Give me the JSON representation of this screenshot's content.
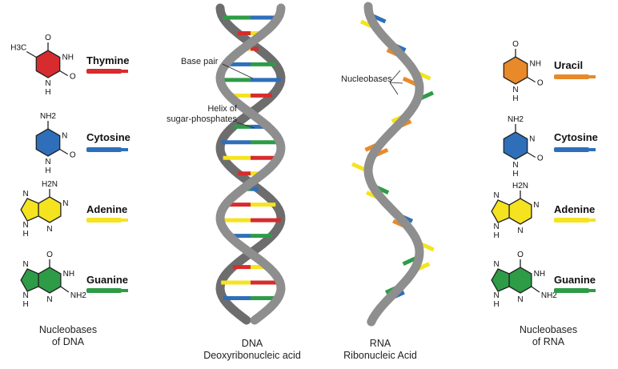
{
  "colors": {
    "thymine": "#d72c2e",
    "cytosine": "#2f6fba",
    "adenine": "#f5e31f",
    "guanine": "#2e9c47",
    "uracil": "#e8892a",
    "backbone": "#8e8e8e",
    "backbone_dark": "#6d6d6d"
  },
  "dna_panel": {
    "caption_line1": "Nucleobases",
    "caption_line2": "of DNA",
    "bases": [
      {
        "name": "Thymine",
        "color_key": "thymine",
        "atoms": {
          "o_top": "O",
          "nh": "NH",
          "o_right": "O",
          "n_bottom": "N",
          "h_bottom": "H",
          "methyl": "H3C"
        }
      },
      {
        "name": "Cytosine",
        "color_key": "cytosine",
        "atoms": {
          "nh2": "NH2",
          "n_right": "N",
          "o_right": "O",
          "n_bottom": "N",
          "h_bottom": "H"
        }
      },
      {
        "name": "Adenine",
        "color_key": "adenine",
        "atoms": {
          "nh2": "H2N",
          "n1": "N",
          "n2": "N",
          "n3": "N",
          "n4": "N",
          "h": "H"
        }
      },
      {
        "name": "Guanine",
        "color_key": "guanine",
        "atoms": {
          "o_top": "O",
          "nh": "NH",
          "n1": "N",
          "n2": "N",
          "nh2": "NH2",
          "n3": "N",
          "h": "H"
        }
      }
    ]
  },
  "rna_panel": {
    "caption_line1": "Nucleobases",
    "caption_line2": "of RNA",
    "bases": [
      {
        "name": "Uracil",
        "color_key": "uracil",
        "atoms": {
          "o_top": "O",
          "nh": "NH",
          "o_right": "O",
          "n_bottom": "N",
          "h_bottom": "H"
        }
      },
      {
        "name": "Cytosine",
        "color_key": "cytosine",
        "atoms": {
          "nh2": "NH2",
          "n_right": "N",
          "o_right": "O",
          "n_bottom": "N",
          "h_bottom": "H"
        }
      },
      {
        "name": "Adenine",
        "color_key": "adenine",
        "atoms": {
          "nh2": "H2N",
          "n1": "N",
          "n2": "N",
          "n3": "N",
          "n4": "N",
          "h": "H"
        }
      },
      {
        "name": "Guanine",
        "color_key": "guanine",
        "atoms": {
          "o_top": "O",
          "nh": "NH",
          "n1": "N",
          "n2": "N",
          "nh2": "NH2",
          "n3": "N",
          "h": "H"
        }
      }
    ]
  },
  "dna_helix": {
    "caption_line1": "DNA",
    "caption_line2": "Deoxyribonucleic acid",
    "annotation_base_pair": "Base pair",
    "annotation_helix_line1": "Helix of",
    "annotation_helix_line2": "sugar-phosphates",
    "rung_colors": [
      "guanine",
      "cytosine",
      "thymine",
      "adenine",
      "adenine",
      "thymine",
      "cytosine",
      "guanine",
      "guanine",
      "cytosine",
      "adenine",
      "thymine",
      "thymine",
      "adenine",
      "guanine",
      "cytosine",
      "cytosine",
      "guanine",
      "adenine",
      "thymine",
      "thymine",
      "adenine",
      "guanine",
      "cytosine",
      "thymine",
      "adenine",
      "adenine",
      "thymine",
      "cytosine",
      "guanine",
      "guanine",
      "cytosine",
      "thymine",
      "adenine",
      "adenine",
      "thymine",
      "cytosine",
      "guanine"
    ]
  },
  "rna_helix": {
    "caption_line1": "RNA",
    "caption_line2": "Ribonucleic Acid",
    "annotation_nucleobases": "Nucleobases",
    "base_colors": [
      "cytosine",
      "adenine",
      "cytosine",
      "uracil",
      "adenine",
      "uracil",
      "guanine",
      "adenine",
      "uracil",
      "uracil",
      "uracil",
      "adenine",
      "guanine",
      "adenine",
      "cytosine",
      "uracil",
      "adenine",
      "guanine",
      "adenine",
      "guanine",
      "cytosine"
    ]
  }
}
